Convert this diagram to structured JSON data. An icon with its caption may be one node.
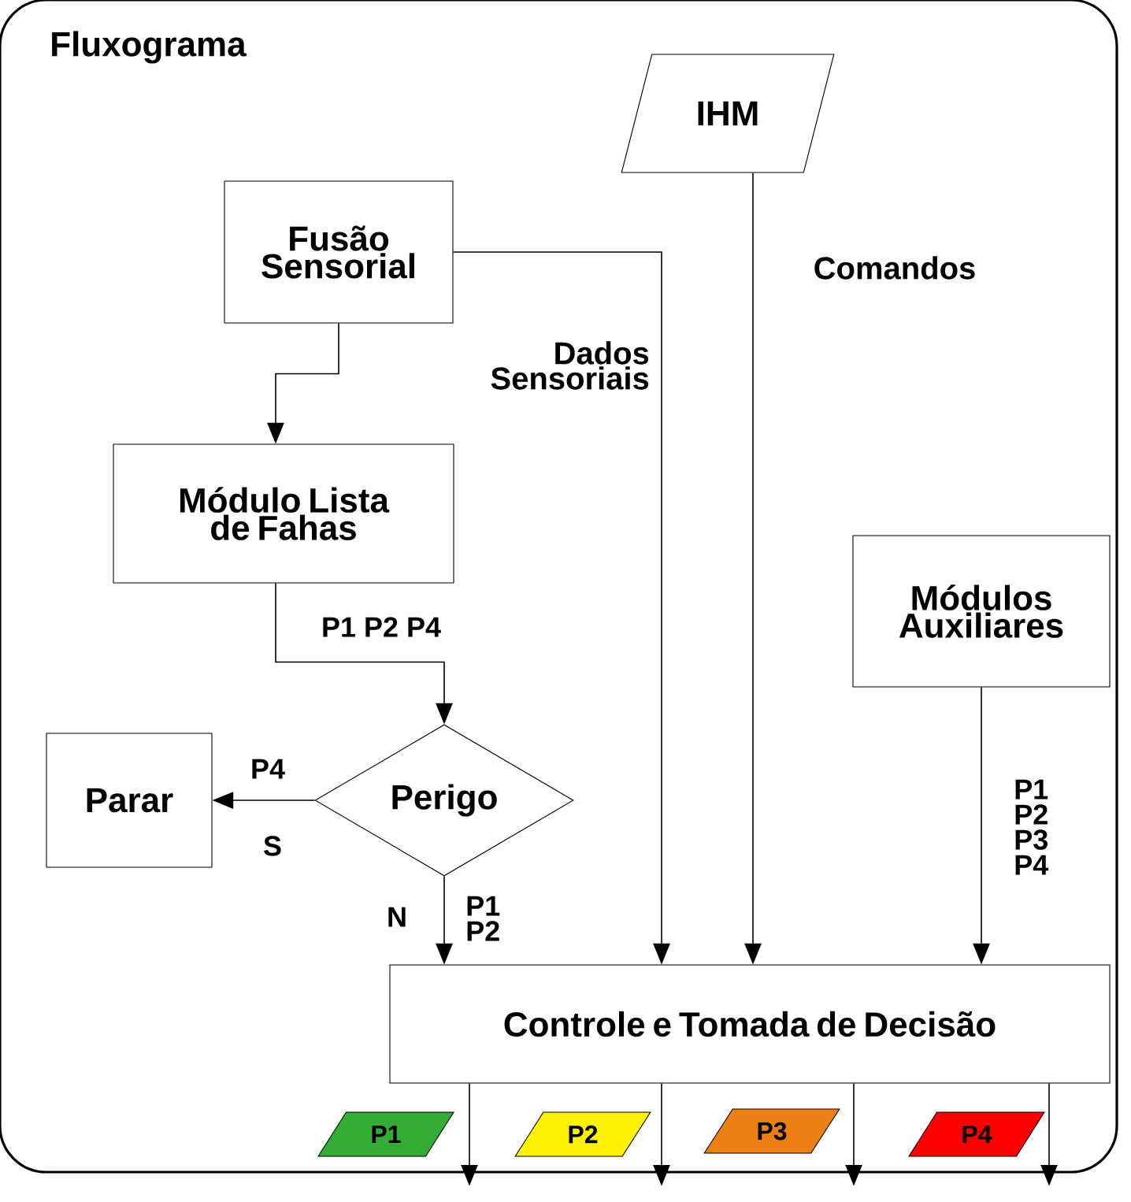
{
  "diagram": {
    "nodes": [
      {
        "text": [
          "Fluxograma"
        ]
      },
      {
        "text": [
          "IHM"
        ],
        "in": 0
      },
      {
        "text": [
          "Fusão Sensorial"
        ],
        "in": 0
      },
      {
        "text": [
          "Módulo Lista de Fahas"
        ],
        "in": 0
      },
      {
        "text": [
          "Perigo"
        ],
        "in": 0
      },
      {
        "text": [
          "Parar"
        ],
        "in": 0
      },
      {
        "text": [
          "Módulos Auxiliares"
        ],
        "in": 0
      },
      {
        "text": [
          "Controle e Tomada de Decisão"
        ],
        "in": 0
      },
      {
        "text": [
          "P1"
        ],
        "in": 0
      },
      {
        "text": [
          "P2"
        ],
        "in": 0
      },
      {
        "text": [
          "P3"
        ],
        "in": 0
      },
      {
        "text": [
          "P4"
        ],
        "in": 0
      }
    ],
    "edges": [
      {
        "from": 1,
        "to": 7,
        "arrow": "to",
        "label": "Comandos"
      },
      {
        "from": 2,
        "to": 7,
        "arrow": "to",
        "label": "Dados Sensoriais"
      },
      {
        "from": 2,
        "to": 3,
        "arrow": "to"
      },
      {
        "from": 3,
        "to": 4,
        "arrow": "to",
        "label": "P1 P2 P4"
      },
      {
        "from": 4,
        "to": 5,
        "arrow": "to",
        "label": "P4"
      },
      {
        "from": 4,
        "to": 7,
        "arrow": "to",
        "label": "P1 P2"
      },
      {
        "from": 6,
        "to": 7,
        "arrow": "to",
        "label": "P1 P2 P3 P4"
      },
      {
        "from": 7,
        "to": null,
        "arrow": "to"
      },
      {
        "from": 7,
        "to": null,
        "arrow": "to"
      },
      {
        "from": 7,
        "to": null,
        "arrow": "to"
      },
      {
        "from": 7,
        "to": null,
        "arrow": "to"
      }
    ],
    "labels": [
      "S",
      "N"
    ]
  }
}
